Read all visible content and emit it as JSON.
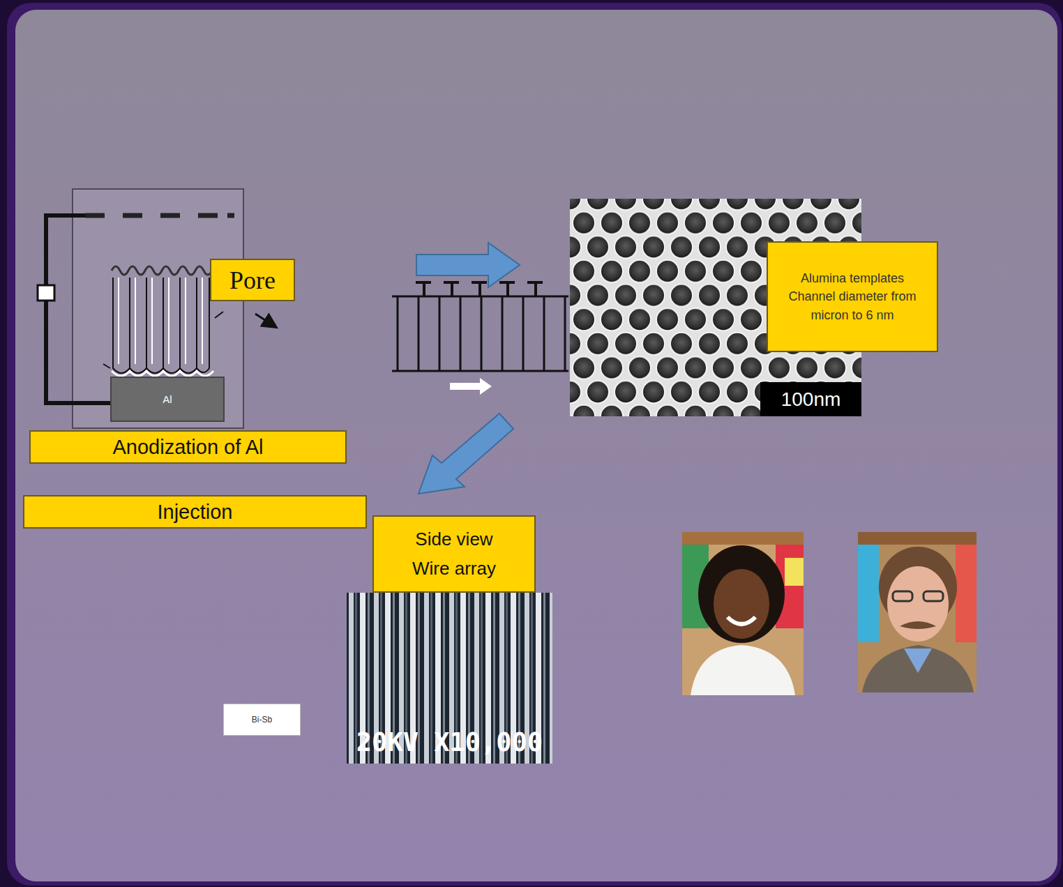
{
  "diagram": {
    "nodes": [
      {
        "text": [
          "Pore"
        ]
      },
      {
        "text": [
          "Al"
        ]
      },
      {
        "text": [
          "Alumina templates Channel diameter from micron to 6 nm"
        ]
      },
      {
        "text": [
          "Anodization of Al"
        ]
      },
      {
        "text": [
          "Injection"
        ]
      },
      {
        "text": [
          "Side view Wire array"
        ]
      },
      {
        "text": [
          "Bi-Sb"
        ]
      }
    ],
    "labels": [
      "100nm",
      "20KV X10,000"
    ]
  }
}
